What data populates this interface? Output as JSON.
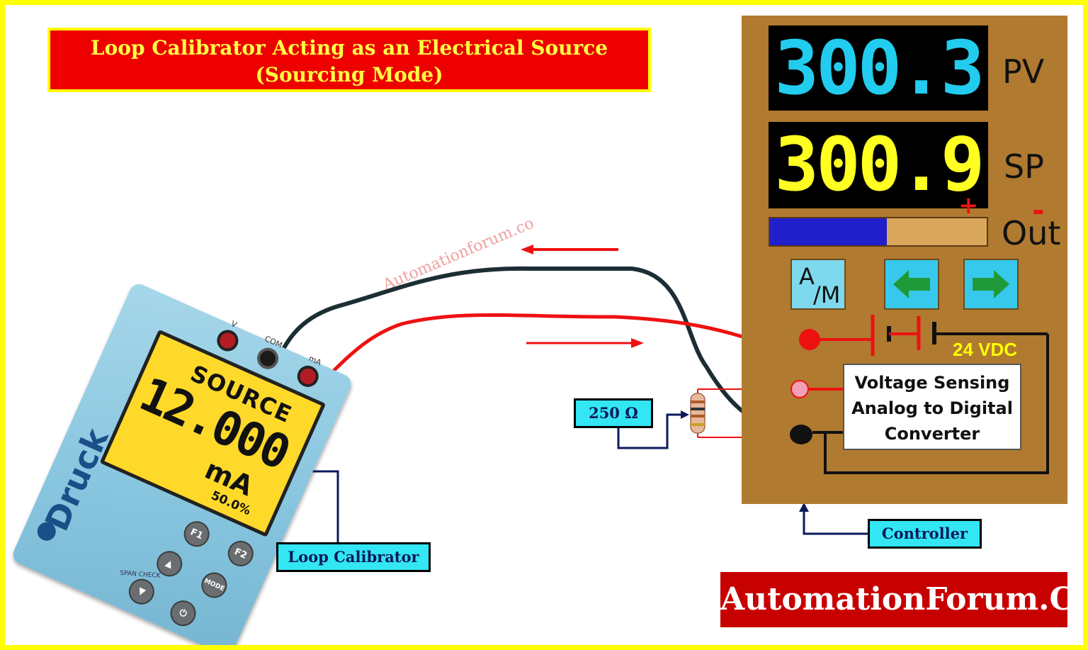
{
  "title": {
    "line1": "Loop Calibrator Acting as an Electrical Source",
    "line2": "(Sourcing Mode)"
  },
  "controller": {
    "pv_value": "300.3",
    "pv_label": "PV",
    "sp_value": "300.9",
    "sp_label": "SP",
    "out_label": "Out",
    "out_level_fraction": 0.54,
    "plus_sign": "+",
    "minus_sign": "-",
    "am_button_a": "A",
    "am_button_m": "/M",
    "supply_label": "24 VDC",
    "adc_lines": [
      "Voltage Sensing",
      "Analog to Digital",
      "Converter"
    ]
  },
  "calibrator": {
    "brand": "Druck",
    "mode": "SOURCE",
    "value": "12.000",
    "unit": "mA",
    "percent": "50.0%",
    "jack_v": "V",
    "jack_com": "COM",
    "jack_ma": "mA",
    "keys": [
      "F1",
      "F2",
      "MODE"
    ],
    "span_check": "SPAN CHECK"
  },
  "callouts": {
    "calibrator": "Loop Calibrator",
    "controller": "Controller",
    "resistor": "250 Ω"
  },
  "watermark": "Automationforum.co",
  "brand_footer": "AutomationForum.Co",
  "colors": {
    "frame": "#ffff00",
    "title_bg": "#ee0000",
    "title_text": "#ffff44",
    "controller_bg": "#b07a30",
    "pv_text": "#22ccee",
    "sp_text": "#ffff22",
    "out_fill": "#1f1fcc",
    "callout_bg": "#33e6f4",
    "footer_bg": "#c70000",
    "wire_positive": "#ee1111",
    "wire_negative": "#1c2e33"
  },
  "icons": {
    "left_button": "left-arrow-icon",
    "right_button": "right-arrow-icon",
    "battery": "battery-icon",
    "resistor": "resistor-icon"
  }
}
